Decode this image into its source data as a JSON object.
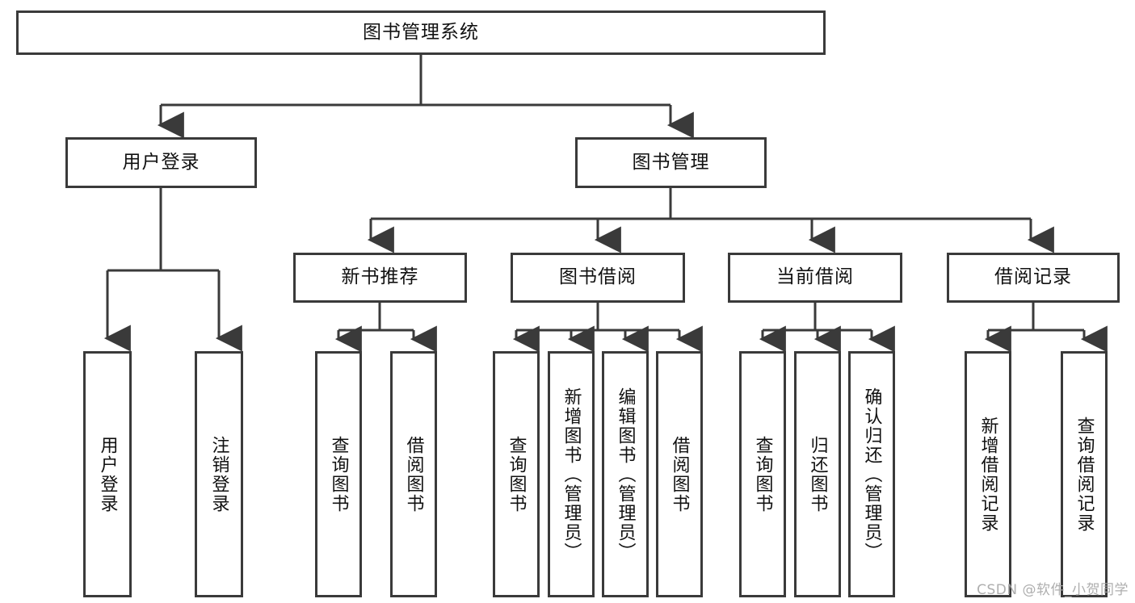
{
  "diagram": {
    "title_box": {
      "label": "图书管理系统"
    },
    "level2": [
      {
        "id": "user-login",
        "label": "用户登录"
      },
      {
        "id": "book-management",
        "label": "图书管理"
      }
    ],
    "level3": [
      {
        "id": "new-book-recommend",
        "label": "新书推荐"
      },
      {
        "id": "book-borrow",
        "label": "图书借阅"
      },
      {
        "id": "current-borrow",
        "label": "当前借阅"
      },
      {
        "id": "borrow-record",
        "label": "借阅记录"
      }
    ],
    "leaves": {
      "user_login": [
        {
          "id": "leaf-user-login",
          "label": "用户登录"
        },
        {
          "id": "leaf-logout-login",
          "label": "注销登录"
        }
      ],
      "new_book_recommend": [
        {
          "id": "leaf-query-book-1",
          "label": "查询图书"
        },
        {
          "id": "leaf-borrow-book-1",
          "label": "借阅图书"
        }
      ],
      "book_borrow": [
        {
          "id": "leaf-query-book-2",
          "label": "查询图书"
        },
        {
          "id": "leaf-add-book",
          "label": "新增图书（管理员）"
        },
        {
          "id": "leaf-edit-book",
          "label": "编辑图书（管理员）"
        },
        {
          "id": "leaf-borrow-book-2",
          "label": "借阅图书"
        }
      ],
      "current_borrow": [
        {
          "id": "leaf-query-book-3",
          "label": "查询图书"
        },
        {
          "id": "leaf-return-book",
          "label": "归还图书"
        },
        {
          "id": "leaf-confirm-return",
          "label": "确认归还（管理员）"
        }
      ],
      "borrow_record": [
        {
          "id": "leaf-add-borrow-record",
          "label": "新增借阅记录"
        },
        {
          "id": "leaf-query-borrow-record",
          "label": "查询借阅记录"
        }
      ]
    },
    "watermark": "CSDN @软件_小贺同学",
    "colors": {
      "stroke": "#3a3a3a",
      "background": "#ffffff",
      "text": "#111111",
      "watermark": "#a8a8a8"
    }
  }
}
